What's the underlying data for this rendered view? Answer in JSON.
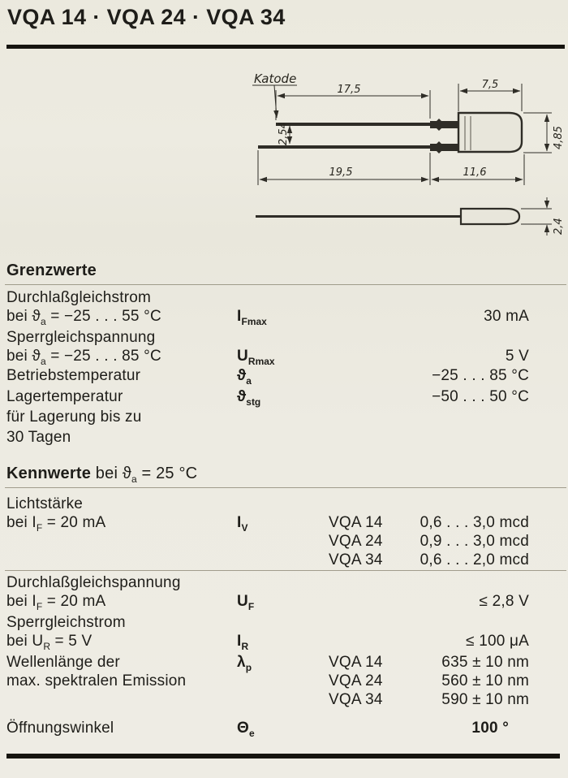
{
  "page": {
    "title": "VQA 14 · VQA 24 · VQA 34",
    "paper_color": "#edebe2",
    "ink_color": "#1e1d19"
  },
  "drawing": {
    "katode_label": "Katode",
    "dim_top_lead_length": "17,5",
    "dim_body_length": "7,5",
    "dim_lead_pitch": "2,54",
    "dim_body_width": "4,85",
    "dim_bottom_lead_length": "19,5",
    "dim_body_total": "11,6",
    "dim_body_thickness": "2,4"
  },
  "grenzwerte": {
    "heading": "Grenzwerte",
    "rows": [
      {
        "name": "Durchlaßgleichstrom",
        "cond_pre": "bei ϑ",
        "cond_sub": "a",
        "cond_post": " = −25 . . . 55 °C",
        "sym_main": "I",
        "sym_sub": "Fmax",
        "value": "30 mA"
      },
      {
        "name": "Sperrgleichspannung",
        "cond_pre": "bei ϑ",
        "cond_sub": "a",
        "cond_post": " = −25 . . . 85 °C",
        "sym_main": "U",
        "sym_sub": "Rmax",
        "value": "5 V"
      },
      {
        "name": "Betriebstemperatur",
        "sym_main": "ϑ",
        "sym_sub": "a",
        "value": "−25 . . . 85  °C"
      },
      {
        "name": "Lagertemperatur",
        "extra1": "für Lagerung bis zu",
        "extra2": "30 Tagen",
        "sym_main": "ϑ",
        "sym_sub": "stg",
        "value": "−50 . . . 50  °C"
      }
    ]
  },
  "kennwerte": {
    "heading_bold": "Kennwerte",
    "heading_pre": " bei ϑ",
    "heading_sub": "a",
    "heading_post": " = 25 °C",
    "lichtstaerke": {
      "name": "Lichtstärke",
      "cond_pre": "bei I",
      "cond_sub": "F",
      "cond_post": " = 20 mA",
      "sym_main": "I",
      "sym_sub": "V",
      "variants": [
        {
          "type": "VQA 14",
          "value": "0,6 . . . 3,0 mcd"
        },
        {
          "type": "VQA 24",
          "value": "0,9 . . . 3,0 mcd"
        },
        {
          "type": "VQA 34",
          "value": "0,6 . . . 2,0 mcd"
        }
      ]
    },
    "durchlassspannung": {
      "name": "Durchlaßgleichspannung",
      "cond_pre": "bei I",
      "cond_sub": "F",
      "cond_post": " = 20 mA",
      "sym_main": "U",
      "sym_sub": "F",
      "value": "≤ 2,8 V"
    },
    "sperrstrom": {
      "name": "Sperrgleichstrom",
      "cond_pre": "bei U",
      "cond_sub": "R",
      "cond_post": " = 5 V",
      "sym_main": "I",
      "sym_sub": "R",
      "value": "≤ 100 μA"
    },
    "wellenlaenge": {
      "name_line1": "Wellenlänge der",
      "name_line2": "max. spektralen Emission",
      "sym_main": "λ",
      "sym_sub": "p",
      "variants": [
        {
          "type": "VQA 14",
          "value": "635 ± 10 nm"
        },
        {
          "type": "VQA 24",
          "value": "560 ± 10 nm"
        },
        {
          "type": "VQA 34",
          "value": "590 ± 10 nm"
        }
      ]
    },
    "oeffnungswinkel": {
      "name": "Öffnungswinkel",
      "sym_main": "Θ",
      "sym_sub": "e",
      "value": "100 °"
    }
  }
}
